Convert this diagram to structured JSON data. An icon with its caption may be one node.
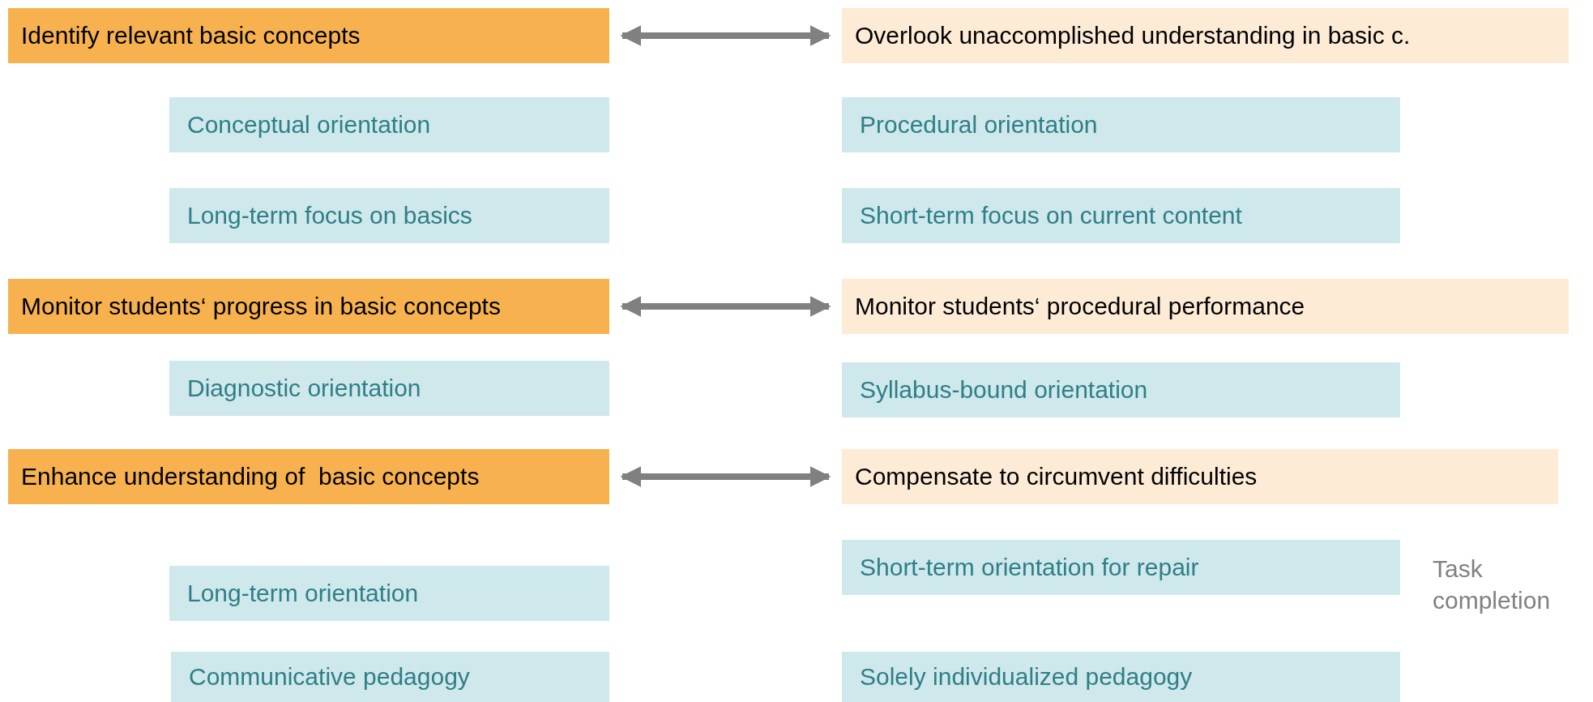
{
  "diagram": {
    "nodes": [
      {
        "text": [
          "Identify relevant basic concepts"
        ]
      },
      {
        "text": [
          "Overlook unaccomplished understanding in basic c."
        ]
      },
      {
        "text": [
          "Conceptual orientation"
        ]
      },
      {
        "text": [
          "Procedural orientation"
        ]
      },
      {
        "text": [
          "Long-term focus on basics"
        ]
      },
      {
        "text": [
          "Short-term focus on current content"
        ]
      },
      {
        "text": [
          "Monitor students‘ progress in basic concepts"
        ]
      },
      {
        "text": [
          "Monitor students‘ procedural performance"
        ]
      },
      {
        "text": [
          "Diagnostic orientation"
        ]
      },
      {
        "text": [
          "Syllabus-bound orientation"
        ]
      },
      {
        "text": [
          "Enhance understanding of  basic concepts"
        ]
      },
      {
        "text": [
          "Compensate to circumvent difficulties"
        ]
      },
      {
        "text": [
          "Short-term orientation for repair"
        ],
        "beside": [
          "Task completion"
        ]
      },
      {
        "text": [
          "Long-term orientation"
        ]
      },
      {
        "text": [
          "Communicative pedagogy"
        ]
      },
      {
        "text": [
          "Solely individualized pedagogy"
        ]
      }
    ],
    "edges": [
      {
        "from": 0,
        "to": 1,
        "arrow": "both"
      },
      {
        "from": 6,
        "to": 7,
        "arrow": "both"
      },
      {
        "from": 10,
        "to": 11,
        "arrow": "both"
      }
    ]
  }
}
